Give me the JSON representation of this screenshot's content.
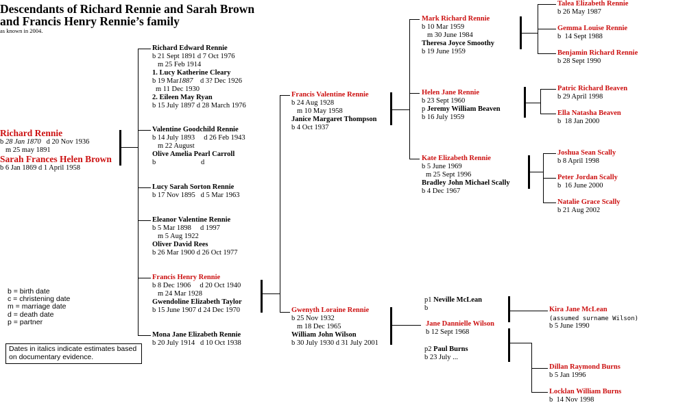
{
  "title": {
    "line1": "Descendants of Richard Rennie and Sarah Brown",
    "line2": "and Francis Henry Rennie’s family",
    "subtitle": "as known in 2004."
  },
  "colors": {
    "descendant": "#cc1111",
    "spouse": "#000000"
  },
  "root": {
    "name": "Richard Rennie",
    "birth_prefix": "b",
    "birth_estimate": "28 Jan 1870",
    "death": "d 20 Nov 1936",
    "marriage": "m 25 may 1891",
    "spouse": "Sarah Frances Helen Brown",
    "spouse_dates": "b 6 Jan 1869    d 1 April 1958"
  },
  "generation2": [
    {
      "name": "Richard Edward Rennie",
      "dates": "b  21 Sept 1891  d 7 Oct 1976",
      "marriage": "m 25 Feb 1914",
      "spouse1": "1.  Lucy Katherine Cleary",
      "spouse1_dates_a": "b 19 Mar",
      "spouse1_dates_est": "1887",
      "spouse1_dates_b": "    d 3? Dec 1926",
      "marriage2": "m 11 Dec 1930",
      "spouse2": "2.  Eileen May Ryan",
      "spouse2_dates": "b 15 July 1897  d 28 March 1976"
    },
    {
      "name": "Valentine Goodchild Rennie",
      "dates": "b 14 July 1893     d 26 Feb 1943",
      "marriage": "m 22 August",
      "spouse": "Olive Amelia Pearl Carroll",
      "spouse_birth": "b",
      "spouse_death": "d"
    },
    {
      "name": "Lucy Sarah Sorton Rennie",
      "dates": "b 17 Nov 1895   d 5 Mar 1963"
    },
    {
      "name": "Eleanor Valentine Rennie",
      "dates": "b 5 Mar 1898     d 1997",
      "marriage": "m 5 Aug 1922",
      "spouse": "Oliver David Rees",
      "spouse_dates": "b 26 Mar 1900  d 26 Oct 1977"
    },
    {
      "name": "Francis Henry Rennie",
      "dates": "b 8 Dec 1906     d 20 Oct 1940",
      "marriage": "m 24 Mar 1928",
      "spouse": "Gwendoline Elizabeth Taylor",
      "spouse_dates": "b 15 June 1907  d 24 Dec 1970"
    },
    {
      "name": "Mona Jane Elizabeth Rennie",
      "dates": "b 20 July 1914   d 10 Oct 1938"
    }
  ],
  "generation3": [
    {
      "name": "Francis Valentine Rennie",
      "dates": "b 24 Aug 1928",
      "marriage": "m 10 May 1958",
      "spouse": "Janice Margaret Thompson",
      "spouse_dates": "b 4 Oct 1937"
    },
    {
      "name": "Gwenyth Loraine Rennie",
      "dates": "b 25 Nov 1932",
      "marriage": "m 18 Dec 1965",
      "spouse": "William John Wilson",
      "spouse_dates": "b 30 July 1930 d 31 July 2001"
    }
  ],
  "generation4": [
    {
      "name": "Mark Richard Rennie",
      "dates": "b 10 Mar 1959",
      "marriage": "m 30 June 1984",
      "spouse": "Theresa Joyce Smoothy",
      "spouse_dates": "b 19 June 1959"
    },
    {
      "name": "Helen Jane Rennie",
      "dates": "b 23 Sept 1960",
      "partner_prefix": "p",
      "spouse": "Jeremy William Beaven",
      "spouse_dates": "b 16 July 1959"
    },
    {
      "name": "Kate Elizabeth Rennie",
      "dates": "b 5 June 1969",
      "marriage": "m 25 Sept 1996",
      "spouse": "Bradley John Michael Scally",
      "spouse_dates": "b 4 Dec 1967"
    },
    {
      "name": "Jane Dannielle Wilson",
      "dates": "b 12 Sept 1968",
      "partner1_prefix": "p1",
      "partner1": "Neville McLean",
      "partner1_dates": "b",
      "partner2_prefix": "p2",
      "partner2": "Paul Burns",
      "partner2_dates": "b 23 July ..."
    }
  ],
  "generation5": [
    {
      "name": "Talea Elizabeth Rennie",
      "dates": "b 26 May 1987"
    },
    {
      "name": "Gemma Louise Rennie",
      "dates": "b  14 Sept 1988"
    },
    {
      "name": "Benjamin Richard Rennie",
      "dates": "b 28 Sept 1990"
    },
    {
      "name": "Patric Richard Beaven",
      "dates": "b 29 April 1998"
    },
    {
      "name": "Ella Natasha Beaven",
      "dates": "b  18 Jan 2000"
    },
    {
      "name": "Joshua Sean Scally",
      "dates": "b 8 April 1998"
    },
    {
      "name": "Peter Jordan Scally",
      "dates": "b  16 June 2000"
    },
    {
      "name": "Natalie Grace Scally",
      "dates": "b 21 Aug 2002"
    },
    {
      "name": "Kira Jane McLean",
      "note": "(assumed surname Wilson)",
      "dates": "b 5 June 1990"
    },
    {
      "name": "Dillan Raymond Burns",
      "dates": "b 5 Jan 1996"
    },
    {
      "name": "Locklan William Burns",
      "dates": "b  14 Nov 1998"
    }
  ],
  "legend": [
    "b = birth date",
    "c = christening date",
    "m = marriage date",
    "d = death date",
    "p = partner"
  ],
  "note": "Dates in italics indicate estimates based on documentary evidence."
}
